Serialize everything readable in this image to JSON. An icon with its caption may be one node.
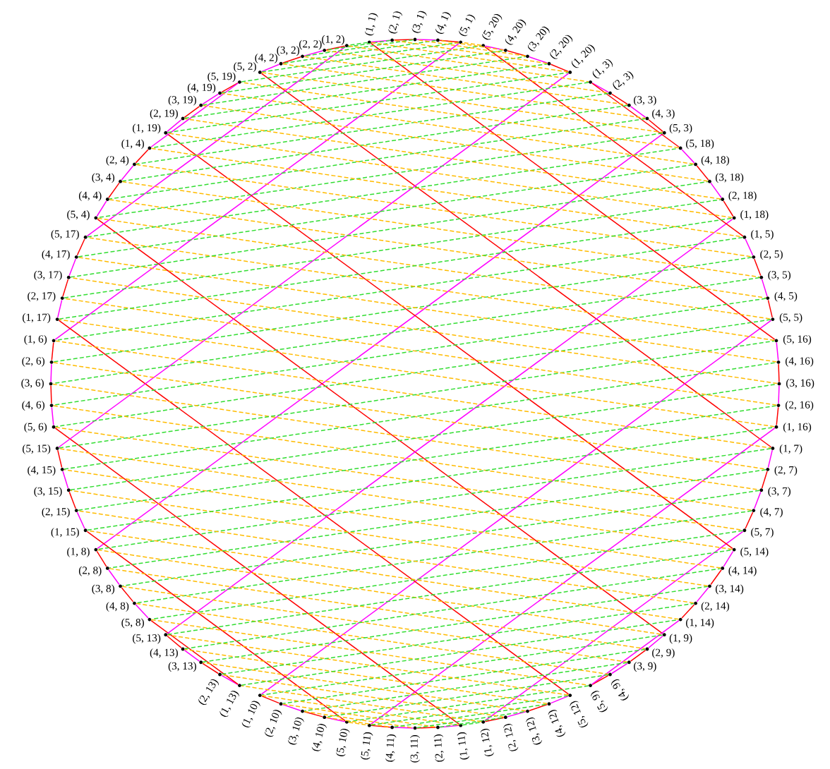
{
  "diagram": {
    "nodes": [
      {
        "text": [],
        "shape": "circle",
        "beside": [
          "(1, 1)"
        ]
      },
      {
        "text": [],
        "shape": "circle",
        "beside": [
          "(2, 1)"
        ]
      },
      {
        "text": [],
        "shape": "circle",
        "beside": [
          "(3, 1)"
        ]
      },
      {
        "text": [],
        "shape": "circle",
        "beside": [
          "(4, 1)"
        ]
      },
      {
        "text": [],
        "shape": "circle",
        "beside": [
          "(5, 1)"
        ]
      },
      {
        "text": [],
        "shape": "circle",
        "beside": [
          "(1, 2)"
        ]
      },
      {
        "text": [],
        "shape": "circle",
        "beside": [
          "(2, 2)"
        ]
      },
      {
        "text": [],
        "shape": "circle",
        "beside": [
          "(3, 2)"
        ]
      },
      {
        "text": [],
        "shape": "circle",
        "beside": [
          "(4, 2)"
        ]
      },
      {
        "text": [],
        "shape": "circle",
        "beside": [
          "(5, 2)"
        ]
      },
      {
        "text": [],
        "shape": "circle",
        "beside": [
          "(1, 3)"
        ]
      },
      {
        "text": [],
        "shape": "circle",
        "beside": [
          "(2, 3)"
        ]
      },
      {
        "text": [],
        "shape": "circle",
        "beside": [
          "(3, 3)"
        ]
      },
      {
        "text": [],
        "shape": "circle",
        "beside": [
          "(4, 3)"
        ]
      },
      {
        "text": [],
        "shape": "circle",
        "beside": [
          "(5, 3)"
        ]
      },
      {
        "text": [],
        "shape": "circle",
        "beside": [
          "(1, 4)"
        ]
      },
      {
        "text": [],
        "shape": "circle",
        "beside": [
          "(2, 4)"
        ]
      },
      {
        "text": [],
        "shape": "circle",
        "beside": [
          "(3, 4)"
        ]
      },
      {
        "text": [],
        "shape": "circle",
        "beside": [
          "(4, 4)"
        ]
      },
      {
        "text": [],
        "shape": "circle",
        "beside": [
          "(5, 4)"
        ]
      },
      {
        "text": [],
        "shape": "circle",
        "beside": [
          "(1, 5)"
        ]
      },
      {
        "text": [],
        "shape": "circle",
        "beside": [
          "(2, 5)"
        ]
      },
      {
        "text": [],
        "shape": "circle",
        "beside": [
          "(3, 5)"
        ]
      },
      {
        "text": [],
        "shape": "circle",
        "beside": [
          "(4, 5)"
        ]
      },
      {
        "text": [],
        "shape": "circle",
        "beside": [
          "(5, 5)"
        ]
      },
      {
        "text": [],
        "shape": "circle",
        "beside": [
          "(1, 6)"
        ]
      },
      {
        "text": [],
        "shape": "circle",
        "beside": [
          "(2, 6)"
        ]
      },
      {
        "text": [],
        "shape": "circle",
        "beside": [
          "(3, 6)"
        ]
      },
      {
        "text": [],
        "shape": "circle",
        "beside": [
          "(4, 6)"
        ]
      },
      {
        "text": [],
        "shape": "circle",
        "beside": [
          "(5, 6)"
        ]
      },
      {
        "text": [],
        "shape": "circle",
        "beside": [
          "(1, 7)"
        ]
      },
      {
        "text": [],
        "shape": "circle",
        "beside": [
          "(2, 7)"
        ]
      },
      {
        "text": [],
        "shape": "circle",
        "beside": [
          "(3, 7)"
        ]
      },
      {
        "text": [],
        "shape": "circle",
        "beside": [
          "(4, 7)"
        ]
      },
      {
        "text": [],
        "shape": "circle",
        "beside": [
          "(5, 7)"
        ]
      },
      {
        "text": [],
        "shape": "circle",
        "beside": [
          "(1, 8)"
        ]
      },
      {
        "text": [],
        "shape": "circle",
        "beside": [
          "(2, 8)"
        ]
      },
      {
        "text": [],
        "shape": "circle",
        "beside": [
          "(3, 8)"
        ]
      },
      {
        "text": [],
        "shape": "circle",
        "beside": [
          "(4, 8)"
        ]
      },
      {
        "text": [],
        "shape": "circle",
        "beside": [
          "(5, 8)"
        ]
      },
      {
        "text": [],
        "shape": "circle",
        "beside": [
          "(1, 9)"
        ]
      },
      {
        "text": [],
        "shape": "circle",
        "beside": [
          "(2, 9)"
        ]
      },
      {
        "text": [],
        "shape": "circle",
        "beside": [
          "(3, 9)"
        ]
      },
      {
        "text": [],
        "shape": "circle",
        "beside": [
          "(4, 9)"
        ]
      },
      {
        "text": [],
        "shape": "circle",
        "beside": [
          "(5, 9)"
        ]
      },
      {
        "text": [],
        "shape": "circle",
        "beside": [
          "(1, 10)"
        ]
      },
      {
        "text": [],
        "shape": "circle",
        "beside": [
          "(2, 10)"
        ]
      },
      {
        "text": [],
        "shape": "circle",
        "beside": [
          "(3, 10)"
        ]
      },
      {
        "text": [],
        "shape": "circle",
        "beside": [
          "(4, 10)"
        ]
      },
      {
        "text": [],
        "shape": "circle",
        "beside": [
          "(5, 10)"
        ]
      },
      {
        "text": [],
        "shape": "circle",
        "beside": [
          "(1, 11)"
        ]
      },
      {
        "text": [],
        "shape": "circle",
        "beside": [
          "(2, 11)"
        ]
      },
      {
        "text": [],
        "shape": "circle",
        "beside": [
          "(3, 11)"
        ]
      },
      {
        "text": [],
        "shape": "circle",
        "beside": [
          "(4, 11)"
        ]
      },
      {
        "text": [],
        "shape": "circle",
        "beside": [
          "(5, 11)"
        ]
      },
      {
        "text": [],
        "shape": "circle",
        "beside": [
          "(1, 12)"
        ]
      },
      {
        "text": [],
        "shape": "circle",
        "beside": [
          "(2, 12)"
        ]
      },
      {
        "text": [],
        "shape": "circle",
        "beside": [
          "(3, 12)"
        ]
      },
      {
        "text": [],
        "shape": "circle",
        "beside": [
          "(4, 12)"
        ]
      },
      {
        "text": [],
        "shape": "circle",
        "beside": [
          "(5, 12)"
        ]
      },
      {
        "text": [],
        "shape": "circle",
        "beside": [
          "(1, 13)"
        ]
      },
      {
        "text": [],
        "shape": "circle",
        "beside": [
          "(2, 13)"
        ]
      },
      {
        "text": [],
        "shape": "circle",
        "beside": [
          "(3, 13)"
        ]
      },
      {
        "text": [],
        "shape": "circle",
        "beside": [
          "(4, 13)"
        ]
      },
      {
        "text": [],
        "shape": "circle",
        "beside": [
          "(5, 13)"
        ]
      },
      {
        "text": [],
        "shape": "circle",
        "beside": [
          "(1, 14)"
        ]
      },
      {
        "text": [],
        "shape": "circle",
        "beside": [
          "(2, 14)"
        ]
      },
      {
        "text": [],
        "shape": "circle",
        "beside": [
          "(3, 14)"
        ]
      },
      {
        "text": [],
        "shape": "circle",
        "beside": [
          "(4, 14)"
        ]
      },
      {
        "text": [],
        "shape": "circle",
        "beside": [
          "(5, 14)"
        ]
      },
      {
        "text": [],
        "shape": "circle",
        "beside": [
          "(1, 15)"
        ]
      },
      {
        "text": [],
        "shape": "circle",
        "beside": [
          "(2, 15)"
        ]
      },
      {
        "text": [],
        "shape": "circle",
        "beside": [
          "(3, 15)"
        ]
      },
      {
        "text": [],
        "shape": "circle",
        "beside": [
          "(4, 15)"
        ]
      },
      {
        "text": [],
        "shape": "circle",
        "beside": [
          "(5, 15)"
        ]
      },
      {
        "text": [],
        "shape": "circle",
        "beside": [
          "(1, 16)"
        ]
      },
      {
        "text": [],
        "shape": "circle",
        "beside": [
          "(2, 16)"
        ]
      },
      {
        "text": [],
        "shape": "circle",
        "beside": [
          "(3, 16)"
        ]
      },
      {
        "text": [],
        "shape": "circle",
        "beside": [
          "(4, 16)"
        ]
      },
      {
        "text": [],
        "shape": "circle",
        "beside": [
          "(5, 16)"
        ]
      },
      {
        "text": [],
        "shape": "circle",
        "beside": [
          "(1, 17)"
        ]
      },
      {
        "text": [],
        "shape": "circle",
        "beside": [
          "(2, 17)"
        ]
      },
      {
        "text": [],
        "shape": "circle",
        "beside": [
          "(3, 17)"
        ]
      },
      {
        "text": [],
        "shape": "circle",
        "beside": [
          "(4, 17)"
        ]
      },
      {
        "text": [],
        "shape": "circle",
        "beside": [
          "(5, 17)"
        ]
      },
      {
        "text": [],
        "shape": "circle",
        "beside": [
          "(1, 18)"
        ]
      },
      {
        "text": [],
        "shape": "circle",
        "beside": [
          "(2, 18)"
        ]
      },
      {
        "text": [],
        "shape": "circle",
        "beside": [
          "(3, 18)"
        ]
      },
      {
        "text": [],
        "shape": "circle",
        "beside": [
          "(4, 18)"
        ]
      },
      {
        "text": [],
        "shape": "circle",
        "beside": [
          "(5, 18)"
        ]
      },
      {
        "text": [],
        "shape": "circle",
        "beside": [
          "(1, 19)"
        ]
      },
      {
        "text": [],
        "shape": "circle",
        "beside": [
          "(2, 19)"
        ]
      },
      {
        "text": [],
        "shape": "circle",
        "beside": [
          "(3, 19)"
        ]
      },
      {
        "text": [],
        "shape": "circle",
        "beside": [
          "(4, 19)"
        ]
      },
      {
        "text": [],
        "shape": "circle",
        "beside": [
          "(5, 19)"
        ]
      },
      {
        "text": [],
        "shape": "circle",
        "beside": [
          "(1, 20)"
        ]
      },
      {
        "text": [],
        "shape": "circle",
        "beside": [
          "(2, 20)"
        ]
      },
      {
        "text": [],
        "shape": "circle",
        "beside": [
          "(3, 20)"
        ]
      },
      {
        "text": [],
        "shape": "circle",
        "beside": [
          "(4, 20)"
        ]
      },
      {
        "text": [],
        "shape": "circle",
        "beside": [
          "(5, 20)"
        ]
      }
    ],
    "edges": [
      {
        "from": 0,
        "to": 1,
        "arrow": "none",
        "color": "#ff00ff"
      },
      {
        "from": 1,
        "to": 2,
        "arrow": "none",
        "color": "#ff0000"
      },
      {
        "from": 2,
        "to": 3,
        "arrow": "none",
        "color": "#ff00ff"
      },
      {
        "from": 3,
        "to": 4,
        "arrow": "none",
        "color": "#ff0000"
      },
      {
        "from": 5,
        "to": 6,
        "arrow": "none",
        "color": "#ff0000"
      },
      {
        "from": 6,
        "to": 7,
        "arrow": "none",
        "color": "#ff00ff"
      },
      {
        "from": 7,
        "to": 8,
        "arrow": "none",
        "color": "#ff0000"
      },
      {
        "from": 8,
        "to": 9,
        "arrow": "none",
        "color": "#ff00ff"
      },
      {
        "from": 10,
        "to": 11,
        "arrow": "none",
        "color": "#ff00ff"
      },
      {
        "from": 11,
        "to": 12,
        "arrow": "none",
        "color": "#ff0000"
      },
      {
        "from": 12,
        "to": 13,
        "arrow": "none",
        "color": "#ff00ff"
      },
      {
        "from": 13,
        "to": 14,
        "arrow": "none",
        "color": "#ff0000"
      },
      {
        "from": 15,
        "to": 16,
        "arrow": "none",
        "color": "#ff0000"
      },
      {
        "from": 16,
        "to": 17,
        "arrow": "none",
        "color": "#ff00ff"
      },
      {
        "from": 17,
        "to": 18,
        "arrow": "none",
        "color": "#ff0000"
      },
      {
        "from": 18,
        "to": 19,
        "arrow": "none",
        "color": "#ff00ff"
      },
      {
        "from": 20,
        "to": 21,
        "arrow": "none",
        "color": "#ff00ff"
      },
      {
        "from": 21,
        "to": 22,
        "arrow": "none",
        "color": "#ff0000"
      },
      {
        "from": 22,
        "to": 23,
        "arrow": "none",
        "color": "#ff00ff"
      },
      {
        "from": 23,
        "to": 24,
        "arrow": "none",
        "color": "#ff0000"
      },
      {
        "from": 25,
        "to": 26,
        "arrow": "none",
        "color": "#ff0000"
      },
      {
        "from": 26,
        "to": 27,
        "arrow": "none",
        "color": "#ff00ff"
      },
      {
        "from": 27,
        "to": 28,
        "arrow": "none",
        "color": "#ff0000"
      },
      {
        "from": 28,
        "to": 29,
        "arrow": "none",
        "color": "#ff00ff"
      },
      {
        "from": 30,
        "to": 31,
        "arrow": "none",
        "color": "#ff00ff"
      },
      {
        "from": 31,
        "to": 32,
        "arrow": "none",
        "color": "#ff0000"
      },
      {
        "from": 32,
        "to": 33,
        "arrow": "none",
        "color": "#ff00ff"
      },
      {
        "from": 33,
        "to": 34,
        "arrow": "none",
        "color": "#ff0000"
      },
      {
        "from": 35,
        "to": 36,
        "arrow": "none",
        "color": "#ff0000"
      },
      {
        "from": 36,
        "to": 37,
        "arrow": "none",
        "color": "#ff00ff"
      },
      {
        "from": 37,
        "to": 38,
        "arrow": "none",
        "color": "#ff0000"
      },
      {
        "from": 38,
        "to": 39,
        "arrow": "none",
        "color": "#ff00ff"
      },
      {
        "from": 40,
        "to": 41,
        "arrow": "none",
        "color": "#ff00ff"
      },
      {
        "from": 41,
        "to": 42,
        "arrow": "none",
        "color": "#ff0000"
      },
      {
        "from": 42,
        "to": 43,
        "arrow": "none",
        "color": "#ff00ff"
      },
      {
        "from": 43,
        "to": 44,
        "arrow": "none",
        "color": "#ff0000"
      },
      {
        "from": 45,
        "to": 46,
        "arrow": "none",
        "color": "#ff0000"
      },
      {
        "from": 46,
        "to": 47,
        "arrow": "none",
        "color": "#ff00ff"
      },
      {
        "from": 47,
        "to": 48,
        "arrow": "none",
        "color": "#ff0000"
      },
      {
        "from": 48,
        "to": 49,
        "arrow": "none",
        "color": "#ff00ff"
      },
      {
        "from": 50,
        "to": 51,
        "arrow": "none",
        "color": "#ff00ff"
      },
      {
        "from": 51,
        "to": 52,
        "arrow": "none",
        "color": "#ff0000"
      },
      {
        "from": 52,
        "to": 53,
        "arrow": "none",
        "color": "#ff00ff"
      },
      {
        "from": 53,
        "to": 54,
        "arrow": "none",
        "color": "#ff0000"
      },
      {
        "from": 55,
        "to": 56,
        "arrow": "none",
        "color": "#ff0000"
      },
      {
        "from": 56,
        "to": 57,
        "arrow": "none",
        "color": "#ff00ff"
      },
      {
        "from": 57,
        "to": 58,
        "arrow": "none",
        "color": "#ff0000"
      },
      {
        "from": 58,
        "to": 59,
        "arrow": "none",
        "color": "#ff00ff"
      },
      {
        "from": 60,
        "to": 61,
        "arrow": "none",
        "color": "#ff00ff"
      },
      {
        "from": 61,
        "to": 62,
        "arrow": "none",
        "color": "#ff0000"
      },
      {
        "from": 62,
        "to": 63,
        "arrow": "none",
        "color": "#ff00ff"
      },
      {
        "from": 63,
        "to": 64,
        "arrow": "none",
        "color": "#ff0000"
      },
      {
        "from": 65,
        "to": 66,
        "arrow": "none",
        "color": "#ff0000"
      },
      {
        "from": 66,
        "to": 67,
        "arrow": "none",
        "color": "#ff00ff"
      },
      {
        "from": 67,
        "to": 68,
        "arrow": "none",
        "color": "#ff0000"
      },
      {
        "from": 68,
        "to": 69,
        "arrow": "none",
        "color": "#ff00ff"
      },
      {
        "from": 70,
        "to": 71,
        "arrow": "none",
        "color": "#ff00ff"
      },
      {
        "from": 71,
        "to": 72,
        "arrow": "none",
        "color": "#ff0000"
      },
      {
        "from": 72,
        "to": 73,
        "arrow": "none",
        "color": "#ff00ff"
      },
      {
        "from": 73,
        "to": 74,
        "arrow": "none",
        "color": "#ff0000"
      },
      {
        "from": 75,
        "to": 76,
        "arrow": "none",
        "color": "#ff0000"
      },
      {
        "from": 76,
        "to": 77,
        "arrow": "none",
        "color": "#ff00ff"
      },
      {
        "from": 77,
        "to": 78,
        "arrow": "none",
        "color": "#ff0000"
      },
      {
        "from": 78,
        "to": 79,
        "arrow": "none",
        "color": "#ff00ff"
      },
      {
        "from": 80,
        "to": 81,
        "arrow": "none",
        "color": "#ff00ff"
      },
      {
        "from": 81,
        "to": 82,
        "arrow": "none",
        "color": "#ff0000"
      },
      {
        "from": 82,
        "to": 83,
        "arrow": "none",
        "color": "#ff00ff"
      },
      {
        "from": 83,
        "to": 84,
        "arrow": "none",
        "color": "#ff0000"
      },
      {
        "from": 85,
        "to": 86,
        "arrow": "none",
        "color": "#ff0000"
      },
      {
        "from": 86,
        "to": 87,
        "arrow": "none",
        "color": "#ff00ff"
      },
      {
        "from": 87,
        "to": 88,
        "arrow": "none",
        "color": "#ff0000"
      },
      {
        "from": 88,
        "to": 89,
        "arrow": "none",
        "color": "#ff00ff"
      },
      {
        "from": 90,
        "to": 91,
        "arrow": "none",
        "color": "#ff00ff"
      },
      {
        "from": 91,
        "to": 92,
        "arrow": "none",
        "color": "#ff0000"
      },
      {
        "from": 92,
        "to": 93,
        "arrow": "none",
        "color": "#ff00ff"
      },
      {
        "from": 93,
        "to": 94,
        "arrow": "none",
        "color": "#ff0000"
      },
      {
        "from": 95,
        "to": 96,
        "arrow": "none",
        "color": "#ff0000"
      },
      {
        "from": 96,
        "to": 97,
        "arrow": "none",
        "color": "#ff00ff"
      },
      {
        "from": 97,
        "to": 98,
        "arrow": "none",
        "color": "#ff0000"
      },
      {
        "from": 98,
        "to": 99,
        "arrow": "none",
        "color": "#ff00ff"
      },
      {
        "from": 4,
        "to": 25,
        "arrow": "none",
        "color": "#ff00ff"
      },
      {
        "from": 9,
        "to": 30,
        "arrow": "none",
        "color": "#ff0000"
      },
      {
        "from": 14,
        "to": 35,
        "arrow": "none",
        "color": "#ff00ff"
      },
      {
        "from": 19,
        "to": 40,
        "arrow": "none",
        "color": "#ff0000"
      },
      {
        "from": 24,
        "to": 45,
        "arrow": "none",
        "color": "#ff00ff"
      },
      {
        "from": 29,
        "to": 50,
        "arrow": "none",
        "color": "#ff0000"
      },
      {
        "from": 34,
        "to": 55,
        "arrow": "none",
        "color": "#ff00ff"
      },
      {
        "from": 39,
        "to": 60,
        "arrow": "none",
        "color": "#ff0000"
      },
      {
        "from": 44,
        "to": 65,
        "arrow": "none",
        "color": "#ff00ff"
      },
      {
        "from": 49,
        "to": 70,
        "arrow": "none",
        "color": "#ff0000"
      },
      {
        "from": 54,
        "to": 75,
        "arrow": "none",
        "color": "#ff00ff"
      },
      {
        "from": 59,
        "to": 80,
        "arrow": "none",
        "color": "#ff0000"
      },
      {
        "from": 64,
        "to": 85,
        "arrow": "none",
        "color": "#ff00ff"
      },
      {
        "from": 69,
        "to": 90,
        "arrow": "none",
        "color": "#ff0000"
      },
      {
        "from": 74,
        "to": 95,
        "arrow": "none",
        "color": "#ff00ff"
      },
      {
        "from": 79,
        "to": 0,
        "arrow": "none",
        "color": "#ff0000"
      },
      {
        "from": 84,
        "to": 5,
        "arrow": "none",
        "color": "#ff00ff"
      },
      {
        "from": 89,
        "to": 10,
        "arrow": "none",
        "color": "#ff0000"
      },
      {
        "from": 94,
        "to": 15,
        "arrow": "none",
        "color": "#ff00ff"
      },
      {
        "from": 99,
        "to": 20,
        "arrow": "none",
        "color": "#ff0000"
      },
      {
        "from": 0,
        "to": 5,
        "arrow": "none",
        "style": "dashed",
        "color": "#33dd33"
      },
      {
        "from": 1,
        "to": 6,
        "arrow": "none",
        "style": "dashed",
        "color": "#33dd33"
      },
      {
        "from": 2,
        "to": 7,
        "arrow": "none",
        "style": "dashed",
        "color": "#33dd33"
      },
      {
        "from": 3,
        "to": 8,
        "arrow": "none",
        "style": "dashed",
        "color": "#33dd33"
      },
      {
        "from": 4,
        "to": 9,
        "arrow": "none",
        "style": "dashed",
        "color": "#33dd33"
      },
      {
        "from": 5,
        "to": 10,
        "arrow": "none",
        "style": "dashed",
        "color": "#ffbb00"
      },
      {
        "from": 6,
        "to": 11,
        "arrow": "none",
        "style": "dashed",
        "color": "#ffbb00"
      },
      {
        "from": 7,
        "to": 12,
        "arrow": "none",
        "style": "dashed",
        "color": "#ffbb00"
      },
      {
        "from": 8,
        "to": 13,
        "arrow": "none",
        "style": "dashed",
        "color": "#ffbb00"
      },
      {
        "from": 9,
        "to": 14,
        "arrow": "none",
        "style": "dashed",
        "color": "#ffbb00"
      },
      {
        "from": 10,
        "to": 15,
        "arrow": "none",
        "style": "dashed",
        "color": "#33dd33"
      },
      {
        "from": 11,
        "to": 16,
        "arrow": "none",
        "style": "dashed",
        "color": "#33dd33"
      },
      {
        "from": 12,
        "to": 17,
        "arrow": "none",
        "style": "dashed",
        "color": "#33dd33"
      },
      {
        "from": 13,
        "to": 18,
        "arrow": "none",
        "style": "dashed",
        "color": "#33dd33"
      },
      {
        "from": 14,
        "to": 19,
        "arrow": "none",
        "style": "dashed",
        "color": "#33dd33"
      },
      {
        "from": 15,
        "to": 20,
        "arrow": "none",
        "style": "dashed",
        "color": "#ffbb00"
      },
      {
        "from": 16,
        "to": 21,
        "arrow": "none",
        "style": "dashed",
        "color": "#ffbb00"
      },
      {
        "from": 17,
        "to": 22,
        "arrow": "none",
        "style": "dashed",
        "color": "#ffbb00"
      },
      {
        "from": 18,
        "to": 23,
        "arrow": "none",
        "style": "dashed",
        "color": "#ffbb00"
      },
      {
        "from": 19,
        "to": 24,
        "arrow": "none",
        "style": "dashed",
        "color": "#ffbb00"
      },
      {
        "from": 20,
        "to": 25,
        "arrow": "none",
        "style": "dashed",
        "color": "#33dd33"
      },
      {
        "from": 21,
        "to": 26,
        "arrow": "none",
        "style": "dashed",
        "color": "#33dd33"
      },
      {
        "from": 22,
        "to": 27,
        "arrow": "none",
        "style": "dashed",
        "color": "#33dd33"
      },
      {
        "from": 23,
        "to": 28,
        "arrow": "none",
        "style": "dashed",
        "color": "#33dd33"
      },
      {
        "from": 24,
        "to": 29,
        "arrow": "none",
        "style": "dashed",
        "color": "#33dd33"
      },
      {
        "from": 25,
        "to": 30,
        "arrow": "none",
        "style": "dashed",
        "color": "#ffbb00"
      },
      {
        "from": 26,
        "to": 31,
        "arrow": "none",
        "style": "dashed",
        "color": "#ffbb00"
      },
      {
        "from": 27,
        "to": 32,
        "arrow": "none",
        "style": "dashed",
        "color": "#ffbb00"
      },
      {
        "from": 28,
        "to": 33,
        "arrow": "none",
        "style": "dashed",
        "color": "#ffbb00"
      },
      {
        "from": 29,
        "to": 34,
        "arrow": "none",
        "style": "dashed",
        "color": "#ffbb00"
      },
      {
        "from": 30,
        "to": 35,
        "arrow": "none",
        "style": "dashed",
        "color": "#33dd33"
      },
      {
        "from": 31,
        "to": 36,
        "arrow": "none",
        "style": "dashed",
        "color": "#33dd33"
      },
      {
        "from": 32,
        "to": 37,
        "arrow": "none",
        "style": "dashed",
        "color": "#33dd33"
      },
      {
        "from": 33,
        "to": 38,
        "arrow": "none",
        "style": "dashed",
        "color": "#33dd33"
      },
      {
        "from": 34,
        "to": 39,
        "arrow": "none",
        "style": "dashed",
        "color": "#33dd33"
      },
      {
        "from": 35,
        "to": 40,
        "arrow": "none",
        "style": "dashed",
        "color": "#ffbb00"
      },
      {
        "from": 36,
        "to": 41,
        "arrow": "none",
        "style": "dashed",
        "color": "#ffbb00"
      },
      {
        "from": 37,
        "to": 42,
        "arrow": "none",
        "style": "dashed",
        "color": "#ffbb00"
      },
      {
        "from": 38,
        "to": 43,
        "arrow": "none",
        "style": "dashed",
        "color": "#ffbb00"
      },
      {
        "from": 39,
        "to": 44,
        "arrow": "none",
        "style": "dashed",
        "color": "#ffbb00"
      },
      {
        "from": 40,
        "to": 45,
        "arrow": "none",
        "style": "dashed",
        "color": "#33dd33"
      },
      {
        "from": 41,
        "to": 46,
        "arrow": "none",
        "style": "dashed",
        "color": "#33dd33"
      },
      {
        "from": 42,
        "to": 47,
        "arrow": "none",
        "style": "dashed",
        "color": "#33dd33"
      },
      {
        "from": 43,
        "to": 48,
        "arrow": "none",
        "style": "dashed",
        "color": "#33dd33"
      },
      {
        "from": 44,
        "to": 49,
        "arrow": "none",
        "style": "dashed",
        "color": "#33dd33"
      },
      {
        "from": 45,
        "to": 50,
        "arrow": "none",
        "style": "dashed",
        "color": "#ffbb00"
      },
      {
        "from": 46,
        "to": 51,
        "arrow": "none",
        "style": "dashed",
        "color": "#ffbb00"
      },
      {
        "from": 47,
        "to": 52,
        "arrow": "none",
        "style": "dashed",
        "color": "#ffbb00"
      },
      {
        "from": 48,
        "to": 53,
        "arrow": "none",
        "style": "dashed",
        "color": "#ffbb00"
      },
      {
        "from": 49,
        "to": 54,
        "arrow": "none",
        "style": "dashed",
        "color": "#ffbb00"
      },
      {
        "from": 50,
        "to": 55,
        "arrow": "none",
        "style": "dashed",
        "color": "#33dd33"
      },
      {
        "from": 51,
        "to": 56,
        "arrow": "none",
        "style": "dashed",
        "color": "#33dd33"
      },
      {
        "from": 52,
        "to": 57,
        "arrow": "none",
        "style": "dashed",
        "color": "#33dd33"
      },
      {
        "from": 53,
        "to": 58,
        "arrow": "none",
        "style": "dashed",
        "color": "#33dd33"
      },
      {
        "from": 54,
        "to": 59,
        "arrow": "none",
        "style": "dashed",
        "color": "#33dd33"
      },
      {
        "from": 55,
        "to": 60,
        "arrow": "none",
        "style": "dashed",
        "color": "#ffbb00"
      },
      {
        "from": 56,
        "to": 61,
        "arrow": "none",
        "style": "dashed",
        "color": "#ffbb00"
      },
      {
        "from": 57,
        "to": 62,
        "arrow": "none",
        "style": "dashed",
        "color": "#ffbb00"
      },
      {
        "from": 58,
        "to": 63,
        "arrow": "none",
        "style": "dashed",
        "color": "#ffbb00"
      },
      {
        "from": 59,
        "to": 64,
        "arrow": "none",
        "style": "dashed",
        "color": "#ffbb00"
      },
      {
        "from": 60,
        "to": 65,
        "arrow": "none",
        "style": "dashed",
        "color": "#33dd33"
      },
      {
        "from": 61,
        "to": 66,
        "arrow": "none",
        "style": "dashed",
        "color": "#33dd33"
      },
      {
        "from": 62,
        "to": 67,
        "arrow": "none",
        "style": "dashed",
        "color": "#33dd33"
      },
      {
        "from": 63,
        "to": 68,
        "arrow": "none",
        "style": "dashed",
        "color": "#33dd33"
      },
      {
        "from": 64,
        "to": 69,
        "arrow": "none",
        "style": "dashed",
        "color": "#33dd33"
      },
      {
        "from": 65,
        "to": 70,
        "arrow": "none",
        "style": "dashed",
        "color": "#ffbb00"
      },
      {
        "from": 66,
        "to": 71,
        "arrow": "none",
        "style": "dashed",
        "color": "#ffbb00"
      },
      {
        "from": 67,
        "to": 72,
        "arrow": "none",
        "style": "dashed",
        "color": "#ffbb00"
      },
      {
        "from": 68,
        "to": 73,
        "arrow": "none",
        "style": "dashed",
        "color": "#ffbb00"
      },
      {
        "from": 69,
        "to": 74,
        "arrow": "none",
        "style": "dashed",
        "color": "#ffbb00"
      },
      {
        "from": 70,
        "to": 75,
        "arrow": "none",
        "style": "dashed",
        "color": "#33dd33"
      },
      {
        "from": 71,
        "to": 76,
        "arrow": "none",
        "style": "dashed",
        "color": "#33dd33"
      },
      {
        "from": 72,
        "to": 77,
        "arrow": "none",
        "style": "dashed",
        "color": "#33dd33"
      },
      {
        "from": 73,
        "to": 78,
        "arrow": "none",
        "style": "dashed",
        "color": "#33dd33"
      },
      {
        "from": 74,
        "to": 79,
        "arrow": "none",
        "style": "dashed",
        "color": "#33dd33"
      },
      {
        "from": 75,
        "to": 80,
        "arrow": "none",
        "style": "dashed",
        "color": "#ffbb00"
      },
      {
        "from": 76,
        "to": 81,
        "arrow": "none",
        "style": "dashed",
        "color": "#ffbb00"
      },
      {
        "from": 77,
        "to": 82,
        "arrow": "none",
        "style": "dashed",
        "color": "#ffbb00"
      },
      {
        "from": 78,
        "to": 83,
        "arrow": "none",
        "style": "dashed",
        "color": "#ffbb00"
      },
      {
        "from": 79,
        "to": 84,
        "arrow": "none",
        "style": "dashed",
        "color": "#ffbb00"
      },
      {
        "from": 80,
        "to": 85,
        "arrow": "none",
        "style": "dashed",
        "color": "#33dd33"
      },
      {
        "from": 81,
        "to": 86,
        "arrow": "none",
        "style": "dashed",
        "color": "#33dd33"
      },
      {
        "from": 82,
        "to": 87,
        "arrow": "none",
        "style": "dashed",
        "color": "#33dd33"
      },
      {
        "from": 83,
        "to": 88,
        "arrow": "none",
        "style": "dashed",
        "color": "#33dd33"
      },
      {
        "from": 84,
        "to": 89,
        "arrow": "none",
        "style": "dashed",
        "color": "#33dd33"
      },
      {
        "from": 85,
        "to": 90,
        "arrow": "none",
        "style": "dashed",
        "color": "#ffbb00"
      },
      {
        "from": 86,
        "to": 91,
        "arrow": "none",
        "style": "dashed",
        "color": "#ffbb00"
      },
      {
        "from": 87,
        "to": 92,
        "arrow": "none",
        "style": "dashed",
        "color": "#ffbb00"
      },
      {
        "from": 88,
        "to": 93,
        "arrow": "none",
        "style": "dashed",
        "color": "#ffbb00"
      },
      {
        "from": 89,
        "to": 94,
        "arrow": "none",
        "style": "dashed",
        "color": "#ffbb00"
      },
      {
        "from": 90,
        "to": 95,
        "arrow": "none",
        "style": "dashed",
        "color": "#33dd33"
      },
      {
        "from": 91,
        "to": 96,
        "arrow": "none",
        "style": "dashed",
        "color": "#33dd33"
      },
      {
        "from": 92,
        "to": 97,
        "arrow": "none",
        "style": "dashed",
        "color": "#33dd33"
      },
      {
        "from": 93,
        "to": 98,
        "arrow": "none",
        "style": "dashed",
        "color": "#33dd33"
      },
      {
        "from": 94,
        "to": 99,
        "arrow": "none",
        "style": "dashed",
        "color": "#33dd33"
      },
      {
        "from": 95,
        "to": 0,
        "arrow": "none",
        "style": "dashed",
        "color": "#ffbb00"
      },
      {
        "from": 96,
        "to": 1,
        "arrow": "none",
        "style": "dashed",
        "color": "#ffbb00"
      },
      {
        "from": 97,
        "to": 2,
        "arrow": "none",
        "style": "dashed",
        "color": "#ffbb00"
      },
      {
        "from": 98,
        "to": 3,
        "arrow": "none",
        "style": "dashed",
        "color": "#ffbb00"
      },
      {
        "from": 99,
        "to": 4,
        "arrow": "none",
        "style": "dashed",
        "color": "#ffbb00"
      }
    ]
  }
}
